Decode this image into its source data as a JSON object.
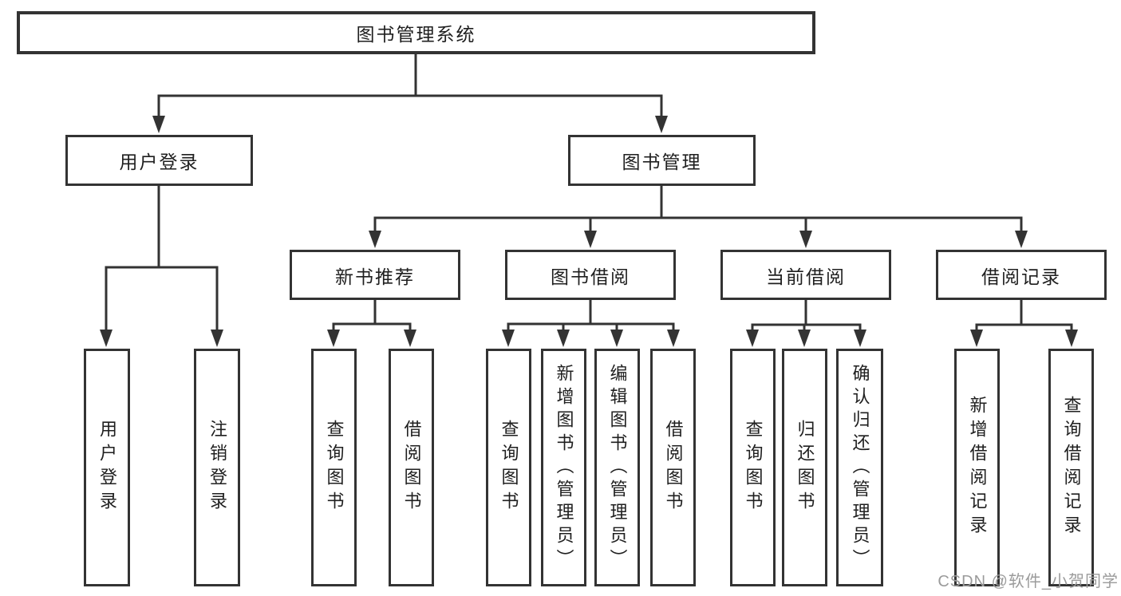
{
  "tree": {
    "root": "图书管理系统",
    "level2": [
      {
        "label": "用户登录"
      },
      {
        "label": "图书管理"
      }
    ],
    "level3": [
      {
        "label": "新书推荐",
        "parent": "图书管理"
      },
      {
        "label": "图书借阅",
        "parent": "图书管理"
      },
      {
        "label": "当前借阅",
        "parent": "图书管理"
      },
      {
        "label": "借阅记录",
        "parent": "图书管理"
      }
    ],
    "leaves": [
      {
        "label": "用户登录",
        "parent": "用户登录"
      },
      {
        "label": "注销登录",
        "parent": "用户登录"
      },
      {
        "label": "查询图书",
        "parent": "新书推荐"
      },
      {
        "label": "借阅图书",
        "parent": "新书推荐"
      },
      {
        "label": "查询图书",
        "parent": "图书借阅"
      },
      {
        "label": "新增图书（管理员）",
        "parent": "图书借阅"
      },
      {
        "label": "编辑图书（管理员）",
        "parent": "图书借阅"
      },
      {
        "label": "借阅图书",
        "parent": "图书借阅"
      },
      {
        "label": "查询图书",
        "parent": "当前借阅"
      },
      {
        "label": "归还图书",
        "parent": "当前借阅"
      },
      {
        "label": "确认归还（管理员）",
        "parent": "当前借阅"
      },
      {
        "label": "新增借阅记录",
        "parent": "借阅记录"
      },
      {
        "label": "查询借阅记录",
        "parent": "借阅记录"
      }
    ]
  },
  "watermark": {
    "text": "CSDN @软件_小贺同学"
  },
  "colors": {
    "line": "#333333",
    "text": "#1f1f1f",
    "background": "#ffffff",
    "watermark": "#9b9b9b"
  }
}
